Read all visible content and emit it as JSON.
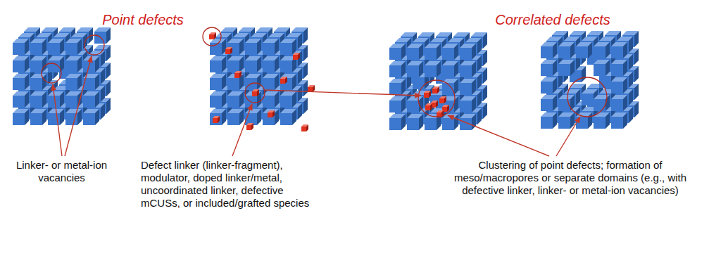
{
  "diagram": {
    "labels": [
      "Point defects",
      "Correlated defects",
      "Linker- or metal-ion vacancies",
      "Defect linker (linker-fragment), modulator, doped linker/metal, uncoordinated linker, defective mCUSs, or included/grafted species",
      "Clustering of point defects; formation of meso/macropores or separate domains (e.g., with defective linker, linker- or metal-ion vacancies)"
    ]
  }
}
